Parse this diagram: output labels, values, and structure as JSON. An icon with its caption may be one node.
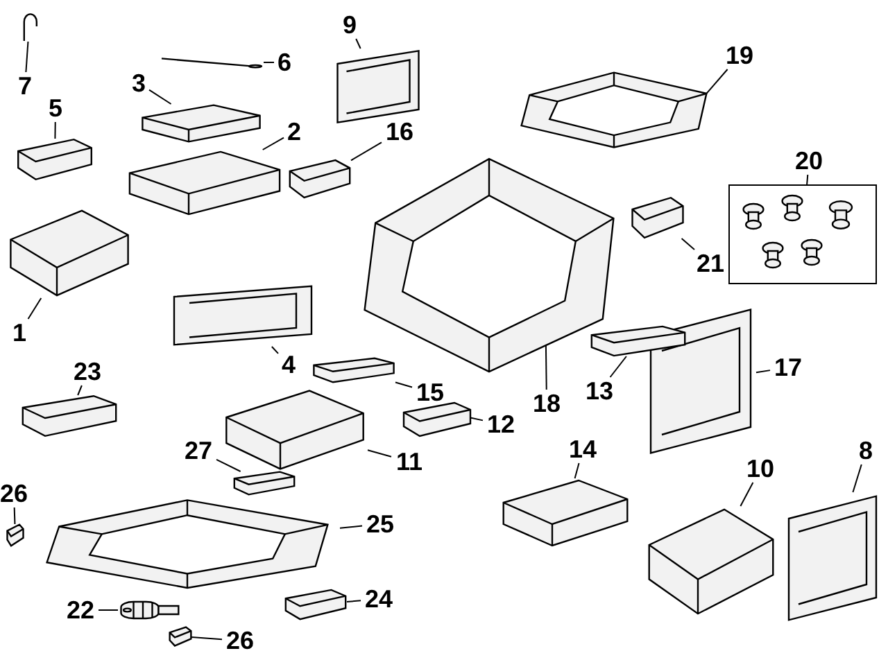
{
  "diagram": {
    "nodes": [
      {
        "text": [
          "7"
        ]
      },
      {
        "text": [],
        "shape": "picture"
      },
      {
        "text": [
          "6"
        ]
      },
      {
        "text": [],
        "shape": "picture"
      },
      {
        "text": [
          "9"
        ]
      },
      {
        "text": [],
        "shape": "picture"
      },
      {
        "text": [
          "19"
        ]
      },
      {
        "text": [],
        "shape": "picture"
      },
      {
        "text": [
          "5"
        ]
      },
      {
        "text": [],
        "shape": "picture"
      },
      {
        "text": [
          "3"
        ]
      },
      {
        "text": [],
        "shape": "picture"
      },
      {
        "text": [
          "2"
        ]
      },
      {
        "text": [],
        "shape": "picture"
      },
      {
        "text": [
          "16"
        ]
      },
      {
        "text": [],
        "shape": "picture"
      },
      {
        "text": [
          "20"
        ]
      },
      {
        "text": [],
        "shape": "box"
      },
      {
        "text": [],
        "shape": "picture",
        "in": 17
      },
      {
        "text": [],
        "shape": "picture",
        "in": 17
      },
      {
        "text": [],
        "shape": "picture",
        "in": 17
      },
      {
        "text": [],
        "shape": "picture",
        "in": 17
      },
      {
        "text": [],
        "shape": "picture",
        "in": 17
      },
      {
        "text": [
          "1"
        ]
      },
      {
        "text": [],
        "shape": "picture"
      },
      {
        "text": [
          "21"
        ]
      },
      {
        "text": [],
        "shape": "picture"
      },
      {
        "text": [
          "4"
        ]
      },
      {
        "text": [],
        "shape": "picture"
      },
      {
        "text": [
          "17"
        ]
      },
      {
        "text": [],
        "shape": "picture"
      },
      {
        "text": [
          "13"
        ]
      },
      {
        "text": [],
        "shape": "picture"
      },
      {
        "text": [
          "23"
        ]
      },
      {
        "text": [],
        "shape": "picture"
      },
      {
        "text": [
          "15"
        ]
      },
      {
        "text": [],
        "shape": "picture"
      },
      {
        "text": [
          "18"
        ]
      },
      {
        "text": [],
        "shape": "picture"
      },
      {
        "text": [
          "12"
        ]
      },
      {
        "text": [],
        "shape": "picture"
      },
      {
        "text": [
          "11"
        ]
      },
      {
        "text": [],
        "shape": "picture"
      },
      {
        "text": [
          "27"
        ]
      },
      {
        "text": [],
        "shape": "picture"
      },
      {
        "text": [
          "14"
        ]
      },
      {
        "text": [],
        "shape": "picture"
      },
      {
        "text": [
          "8"
        ]
      },
      {
        "text": [],
        "shape": "picture"
      },
      {
        "text": [
          "10"
        ]
      },
      {
        "text": [],
        "shape": "picture"
      },
      {
        "text": [
          "26"
        ]
      },
      {
        "text": [],
        "shape": "picture"
      },
      {
        "text": [
          "25"
        ]
      },
      {
        "text": [],
        "shape": "picture"
      },
      {
        "text": [
          "22"
        ]
      },
      {
        "text": [],
        "shape": "picture"
      },
      {
        "text": [
          "24"
        ]
      },
      {
        "text": [],
        "shape": "picture"
      },
      {
        "text": [
          "26"
        ]
      },
      {
        "text": [],
        "shape": "picture"
      }
    ],
    "edges": [
      {
        "from": 0,
        "to": 1,
        "arrow": "none"
      },
      {
        "from": 2,
        "to": 3,
        "arrow": "none"
      },
      {
        "from": 4,
        "to": 5,
        "arrow": "none"
      },
      {
        "from": 6,
        "to": 7,
        "arrow": "none"
      },
      {
        "from": 8,
        "to": 9,
        "arrow": "none"
      },
      {
        "from": 10,
        "to": 11,
        "arrow": "none"
      },
      {
        "from": 12,
        "to": 13,
        "arrow": "none"
      },
      {
        "from": 14,
        "to": 15,
        "arrow": "none"
      },
      {
        "from": 16,
        "to": 17,
        "arrow": "none"
      },
      {
        "from": 23,
        "to": 24,
        "arrow": "none"
      },
      {
        "from": 25,
        "to": 26,
        "arrow": "none"
      },
      {
        "from": 27,
        "to": 28,
        "arrow": "none"
      },
      {
        "from": 29,
        "to": 30,
        "arrow": "none"
      },
      {
        "from": 31,
        "to": 32,
        "arrow": "none"
      },
      {
        "from": 33,
        "to": 34,
        "arrow": "none"
      },
      {
        "from": 35,
        "to": 36,
        "arrow": "none"
      },
      {
        "from": 37,
        "to": 38,
        "arrow": "none"
      },
      {
        "from": 39,
        "to": 40,
        "arrow": "none"
      },
      {
        "from": 41,
        "to": 42,
        "arrow": "none"
      },
      {
        "from": 43,
        "to": 44,
        "arrow": "none"
      },
      {
        "from": 45,
        "to": 46,
        "arrow": "none"
      },
      {
        "from": 47,
        "to": 48,
        "arrow": "none"
      },
      {
        "from": 49,
        "to": 50,
        "arrow": "none"
      },
      {
        "from": 51,
        "to": 52,
        "arrow": "none"
      },
      {
        "from": 53,
        "to": 54,
        "arrow": "none"
      },
      {
        "from": 55,
        "to": 56,
        "arrow": "none"
      },
      {
        "from": 57,
        "to": 58,
        "arrow": "none"
      },
      {
        "from": 59,
        "to": 60,
        "arrow": "none"
      }
    ]
  }
}
